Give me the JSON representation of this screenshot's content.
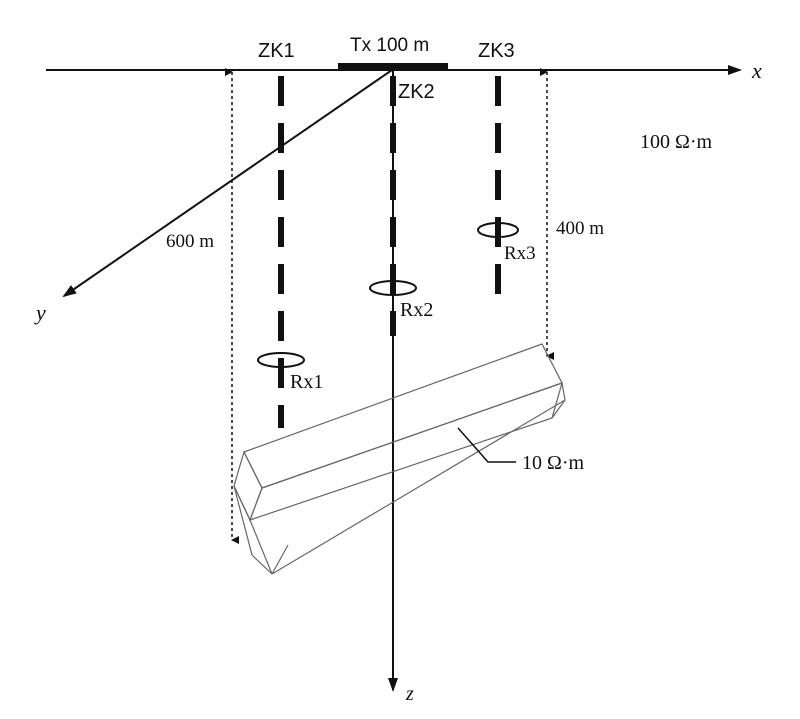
{
  "labels": {
    "tx": "Tx 100 m",
    "zk1": "ZK1",
    "zk2": "ZK2",
    "zk3": "ZK3",
    "x_axis": "x",
    "y_axis": "y",
    "z_axis": "z",
    "rx1": "Rx1",
    "rx2": "Rx2",
    "rx3": "Rx3",
    "background_resistivity": "100 Ω·m",
    "body_resistivity": "10 Ω·m",
    "depth_600": "600 m",
    "depth_400": "400 m"
  },
  "colors": {
    "ink": "#111111",
    "box_edge": "#666666"
  }
}
